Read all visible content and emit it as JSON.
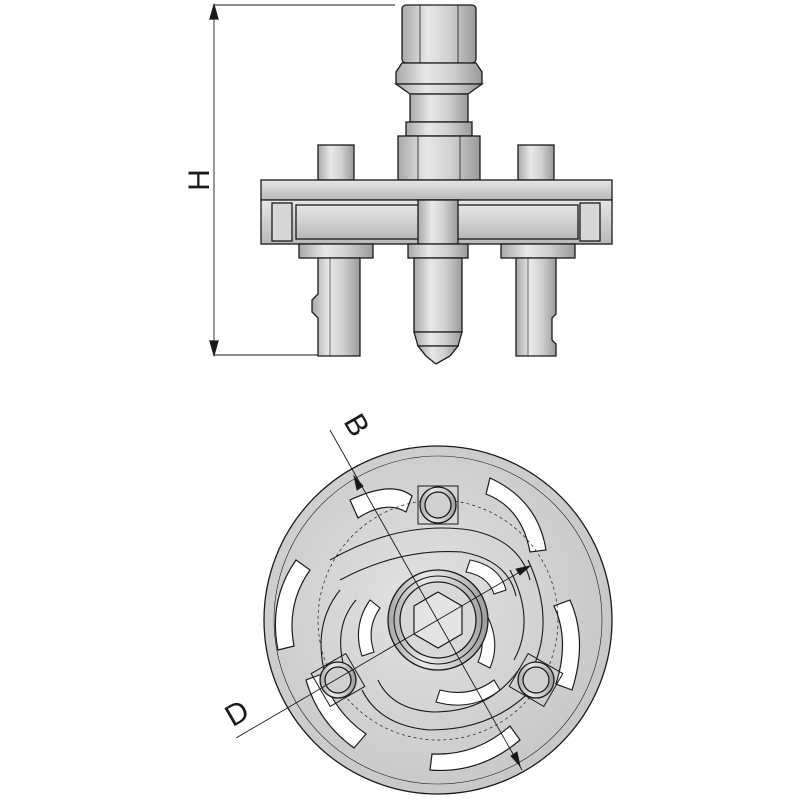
{
  "dimensions": {
    "height_label": "H",
    "bolt_circle_label": "B",
    "diameter_label": "D"
  },
  "colors": {
    "outline": "#1a1a1a",
    "metal_light": "#dcdcdc",
    "metal_mid": "#c2c2c2",
    "metal_dark": "#9a9a9a",
    "background": "#ffffff"
  },
  "views": [
    "side-view",
    "top-view"
  ]
}
